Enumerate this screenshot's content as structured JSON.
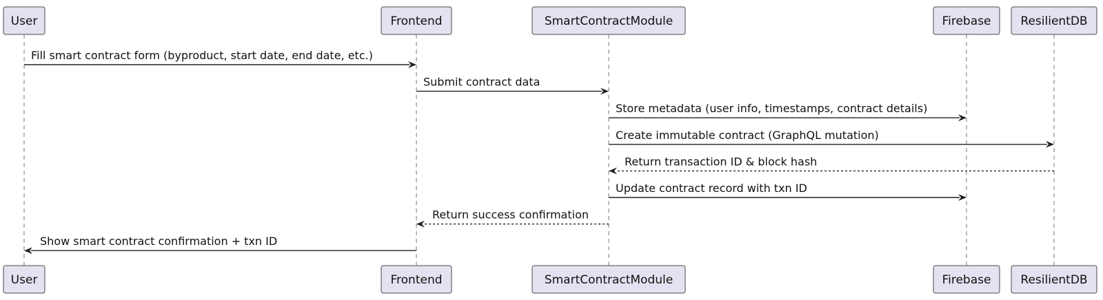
{
  "participants": [
    {
      "id": "user",
      "label": "User"
    },
    {
      "id": "frontend",
      "label": "Frontend"
    },
    {
      "id": "scm",
      "label": "SmartContractModule"
    },
    {
      "id": "firebase",
      "label": "Firebase"
    },
    {
      "id": "resilientdb",
      "label": "ResilientDB"
    }
  ],
  "messages": [
    {
      "from": "user",
      "to": "frontend",
      "label": "Fill smart contract form (byproduct, start date, end date, etc.)",
      "style": "solid"
    },
    {
      "from": "frontend",
      "to": "scm",
      "label": "Submit contract data",
      "style": "solid"
    },
    {
      "from": "scm",
      "to": "firebase",
      "label": "Store metadata (user info, timestamps, contract details)",
      "style": "solid"
    },
    {
      "from": "scm",
      "to": "resilientdb",
      "label": "Create immutable contract (GraphQL mutation)",
      "style": "solid"
    },
    {
      "from": "resilientdb",
      "to": "scm",
      "label": "Return transaction ID & block hash",
      "style": "dashed"
    },
    {
      "from": "scm",
      "to": "firebase",
      "label": "Update contract record with txn ID",
      "style": "solid"
    },
    {
      "from": "scm",
      "to": "frontend",
      "label": "Return success confirmation",
      "style": "dashed"
    },
    {
      "from": "frontend",
      "to": "user",
      "label": "Show smart contract confirmation + txn ID",
      "style": "solid"
    }
  ]
}
